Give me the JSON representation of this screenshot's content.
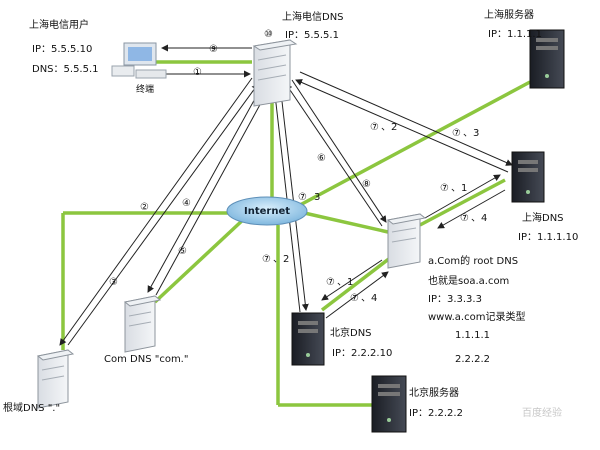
{
  "labels": {
    "shanghai_user_title": "上海电信用户",
    "shanghai_user_ip": "IP：5.5.5.10",
    "shanghai_user_dns": "DNS：5.5.5.1",
    "terminal": "终端",
    "shanghai_dns_title": "上海电信DNS",
    "shanghai_dns_ip": "IP：5.5.5.1",
    "shanghai_server_title": "上海服务器",
    "shanghai_server_ip": "IP：1.1.1.1",
    "shanghai_auth_title": "上海DNS",
    "shanghai_auth_ip": "IP：1.1.1.10",
    "root_auth_line1": "a.Com的 root DNS",
    "root_auth_line2": "也就是soa.a.com",
    "root_auth_ip": "IP：3.3.3.3",
    "root_auth_line3": "www.a.com记录类型",
    "record_1": "1.1.1.1",
    "record_2": "2.2.2.2",
    "beijing_dns_title": "北京DNS",
    "beijing_dns_ip": "IP：2.2.2.10",
    "beijing_server_title": "北京服务器",
    "beijing_server_ip": "IP：2.2.2.2",
    "com_dns": "Com DNS \"com.\"",
    "root_dns": "根域DNS \".\"",
    "internet": "Internet",
    "watermark": "百度经验"
  },
  "step_marks": {
    "s1": "①",
    "s2": "②",
    "s3": "③",
    "s4": "④",
    "s5": "⑤",
    "s6": "⑥",
    "s8": "⑧",
    "s9": "⑨",
    "s10": "⑩",
    "s7": "⑦"
  },
  "step_labels": {
    "a": "、2",
    "b": "、3",
    "c": "3",
    "d": "、1",
    "e": "、4",
    "f": "、2",
    "g": "、1",
    "h": "、4"
  },
  "colors": {
    "green": "#8cc63f",
    "arrow": "#222222",
    "internet": "#a8d4f0"
  }
}
